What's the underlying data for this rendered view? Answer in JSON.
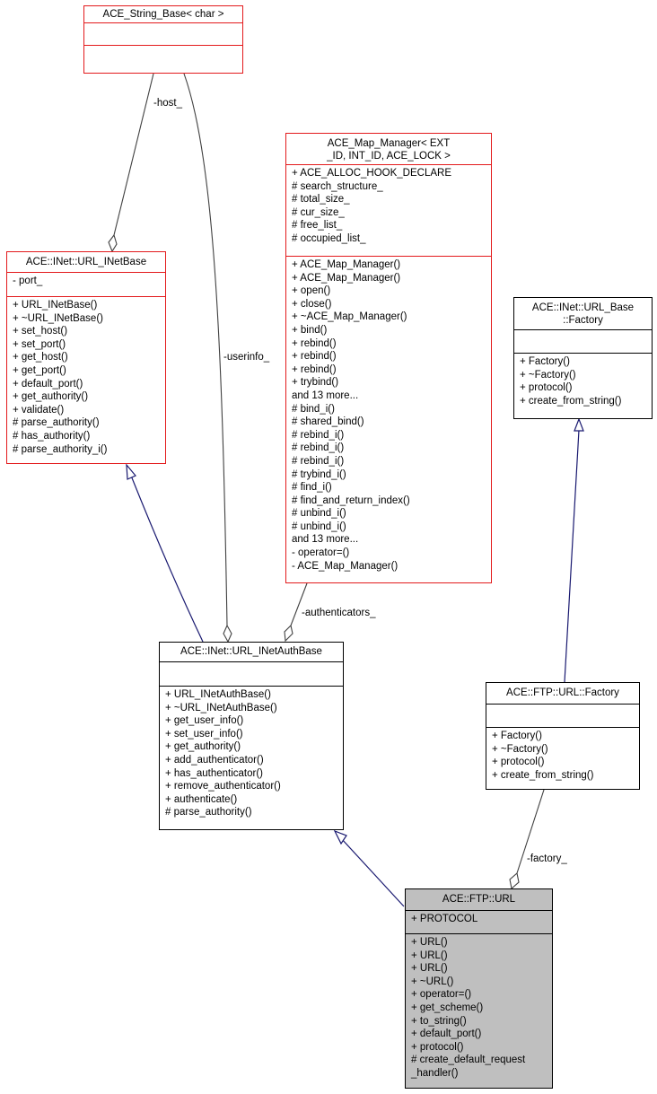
{
  "classes": {
    "string_base": {
      "title": "ACE_String_Base< char >",
      "attributes": [],
      "operations": []
    },
    "map_manager": {
      "title": "ACE_Map_Manager< EXT\n_ID, INT_ID, ACE_LOCK >",
      "attributes": [
        "+ ACE_ALLOC_HOOK_DECLARE",
        "# search_structure_",
        "# total_size_",
        "# cur_size_",
        "# free_list_",
        "# occupied_list_"
      ],
      "operations": [
        "+ ACE_Map_Manager()",
        "+ ACE_Map_Manager()",
        "+ open()",
        "+ close()",
        "+ ~ACE_Map_Manager()",
        "+ bind()",
        "+ rebind()",
        "+ rebind()",
        "+ rebind()",
        "+ trybind()",
        "and 13 more...",
        "# bind_i()",
        "# shared_bind()",
        "# rebind_i()",
        "# rebind_i()",
        "# rebind_i()",
        "# trybind_i()",
        "# find_i()",
        "# find_and_return_index()",
        "# unbind_i()",
        "# unbind_i()",
        "and 13 more...",
        "- operator=()",
        "- ACE_Map_Manager()"
      ]
    },
    "url_inetbase": {
      "title": "ACE::INet::URL_INetBase",
      "attributes": [
        "- port_"
      ],
      "operations": [
        "+ URL_INetBase()",
        "+ ~URL_INetBase()",
        "+ set_host()",
        "+ set_port()",
        "+ get_host()",
        "+ get_port()",
        "+ default_port()",
        "+ get_authority()",
        "+ validate()",
        "# parse_authority()",
        "# has_authority()",
        "# parse_authority_i()"
      ]
    },
    "url_base_factory": {
      "title": "ACE::INet::URL_Base\n::Factory",
      "attributes": [],
      "operations": [
        "+ Factory()",
        "+ ~Factory()",
        "+ protocol()",
        "+ create_from_string()"
      ]
    },
    "url_inetauthbase": {
      "title": "ACE::INet::URL_INetAuthBase",
      "attributes": [],
      "operations": [
        "+ URL_INetAuthBase()",
        "+ ~URL_INetAuthBase()",
        "+ get_user_info()",
        "+ set_user_info()",
        "+ get_authority()",
        "+ add_authenticator()",
        "+ has_authenticator()",
        "+ remove_authenticator()",
        "+ authenticate()",
        "# parse_authority()"
      ]
    },
    "ftp_url_factory": {
      "title": "ACE::FTP::URL::Factory",
      "attributes": [],
      "operations": [
        "+ Factory()",
        "+ ~Factory()",
        "+ protocol()",
        "+ create_from_string()"
      ]
    },
    "ftp_url": {
      "title": "ACE::FTP::URL",
      "attributes": [
        "+ PROTOCOL"
      ],
      "operations": [
        "+ URL()",
        "+ URL()",
        "+ URL()",
        "+ ~URL()",
        "+ operator=()",
        "+ get_scheme()",
        "+ to_string()",
        "+ default_port()",
        "+ protocol()",
        "# create_default_request\n_handler()"
      ]
    }
  },
  "edge_labels": {
    "host": "-host_",
    "userinfo": "-userinfo_",
    "authenticators": "-authenticators_",
    "factory": "-factory_"
  },
  "colors": {
    "library_border": "#e31a1c",
    "default_border": "#000000",
    "focus_fill": "#bfbfbf",
    "inheritance_edge": "#191970",
    "association_edge": "#404040"
  }
}
